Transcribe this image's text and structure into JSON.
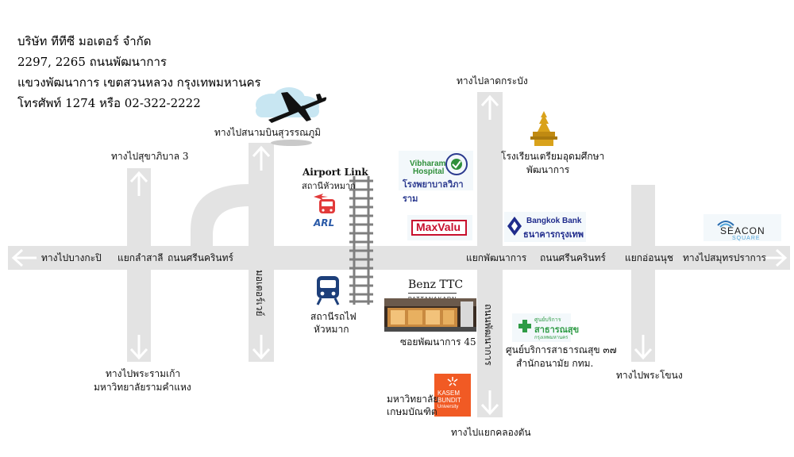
{
  "company": {
    "name": "บริษัท ทีทีซี มอเตอร์ จำกัด",
    "address_line1": "2297, 2265 ถนนพัฒนาการ",
    "address_line2": "แขวงพัฒนาการ เขตสวนหลวง กรุงเทพมหานคร",
    "phone": "โทรศัพท์ 1274 หรือ 02-322-2222"
  },
  "directions": {
    "bang_kapi": "ทางไปบางกะปิ",
    "samut_prakan": "ทางไปสมุทรปราการ",
    "sukhapiban3": "ทางไปสุขาภิบาล 3",
    "airport": "ทางไปสนามบินสุวรรณภูมิ",
    "lat_krabang": "ทางไปลาดกระบัง",
    "rama9_line1": "ทางไปพระรามเก้า",
    "rama9_line2": "มหาวิทยาลัยรามคำแหง",
    "phra_khanong": "ทางไปพระโขนง",
    "khlong_tan": "ทางไปแยกคลองตัน"
  },
  "junctions": {
    "lam_sali": "แยกลำสาลี",
    "pattanakarn": "แยกพัฒนาการ",
    "on_nut": "แยกอ่อนนุช"
  },
  "roads": {
    "srinakarin_left": "ถนนศรีนครินทร์",
    "srinakarin_right": "ถนนศรีนครินทร์",
    "motorway": "มอเตอร์เวย์",
    "pattanakarn_road": "ถนนพัฒนาการ"
  },
  "landmarks": {
    "airport_link_title": "Airport Link",
    "airport_link_station": "สถานีหัวหมาก",
    "arl_text": "ARL",
    "train_station_line1": "สถานีรถไฟ",
    "train_station_line2": "หัวหมาก",
    "school_line1": "โรงเรียนเตรียมอุดมศึกษา",
    "school_line2": "พัฒนาการ",
    "vibharam_en1": "Vibharam",
    "vibharam_en2": "Hospital",
    "vibharam_th": "โรงพยาบาลวิภาราม",
    "maxvalu": "MaxValu",
    "bangkok_bank_en": "Bangkok Bank",
    "bangkok_bank_th": "ธนาคารกรุงเทพ",
    "seacon_1": "SEACON",
    "seacon_2": "SQUARE",
    "benz_ttc": "Benz TTC",
    "benz_sub": "PATTANAKARN",
    "soi_pattanakarn": "ซอยพัฒนาการ 45",
    "health_logo_1": "ศูนย์บริการ",
    "health_logo_2": "สาธารณสุข",
    "health_logo_3": "กรุงเทพมหานคร",
    "health_line1": "ศูนย์บริการสาธารณสุข ๓๗",
    "health_line2": "สำนักอนามัย กทม.",
    "kasem_en1": "KASEM",
    "kasem_en2": "BUNDIT",
    "kasem_en3": "University",
    "kasem_th1": "มหาวิทยาลัย",
    "kasem_th2": "เกษมบัณฑิต"
  },
  "colors": {
    "road": "#e3e3e3",
    "arrow": "#ffffff",
    "maxvalu_red": "#c8102e",
    "bank_blue": "#1f2b8c",
    "kasem_orange": "#f15a24",
    "health_green": "#2e9b45",
    "vibharam_green": "#2f8f3a",
    "vibharam_blue": "#2b3a8f",
    "arl_red": "#e23a3a",
    "arl_blue": "#2a5aa8",
    "train_navy": "#1d3f7a",
    "school_gold": "#d9a21b",
    "cloud": "#c8e6f2"
  }
}
